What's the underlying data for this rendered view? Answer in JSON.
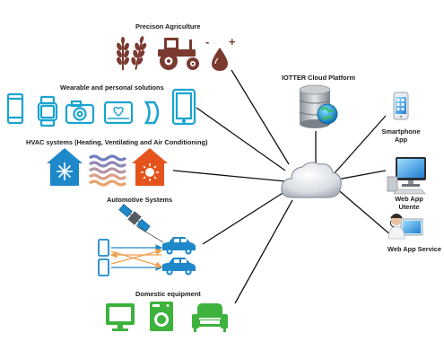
{
  "sections": {
    "agriculture": {
      "label": "Precison Agriculture",
      "minus": "-",
      "plus": "+"
    },
    "wearable": {
      "label": "Wearable and personal solutions"
    },
    "hvac": {
      "label": "HVAC systems  (Heating, Ventilating and Air Conditioning)"
    },
    "automotive": {
      "label": "Automotive Systems"
    },
    "domestic": {
      "label": "Domestic equipment"
    },
    "cloud": {
      "label": "IOTTER Cloud Platform"
    }
  },
  "clients": {
    "smartphone": {
      "line1": "Smartphone",
      "line2": "App"
    },
    "webapp_user": {
      "line1": "Web App",
      "line2": "Utente"
    },
    "webapp_service": {
      "label": "Web App Service"
    }
  },
  "colors": {
    "agriculture": "#7b3a30",
    "wearable": "#1aa3d0",
    "hvac_blue": "#1e88c9",
    "hvac_orange": "#e5531c",
    "wave_blue": "#6f7fbf",
    "wave_orange": "#e8a36b",
    "automotive": "#1e88c9",
    "arrow_orange": "#f0a050",
    "domestic": "#3db23d",
    "lines": "#111111"
  },
  "icons": {
    "agriculture": [
      "wheat-icon",
      "tractor-icon",
      "drop-icon"
    ],
    "wearable": [
      "smartphone-icon",
      "smartwatch-icon",
      "camera-icon",
      "health-monitor-icon",
      "fitness-band-icon",
      "tablet-icon"
    ],
    "hvac": [
      "cold-house-icon",
      "heat-waves-icon",
      "hot-house-icon"
    ],
    "automotive": [
      "satellite-icon",
      "car-icon",
      "phone-icon"
    ],
    "domestic": [
      "monitor-icon",
      "washing-machine-icon",
      "armchair-icon"
    ],
    "cloud": [
      "cloud-icon",
      "database-globe-icon"
    ],
    "clients": [
      "smartphone-icon",
      "desktop-computer-icon",
      "operator-icon"
    ]
  }
}
